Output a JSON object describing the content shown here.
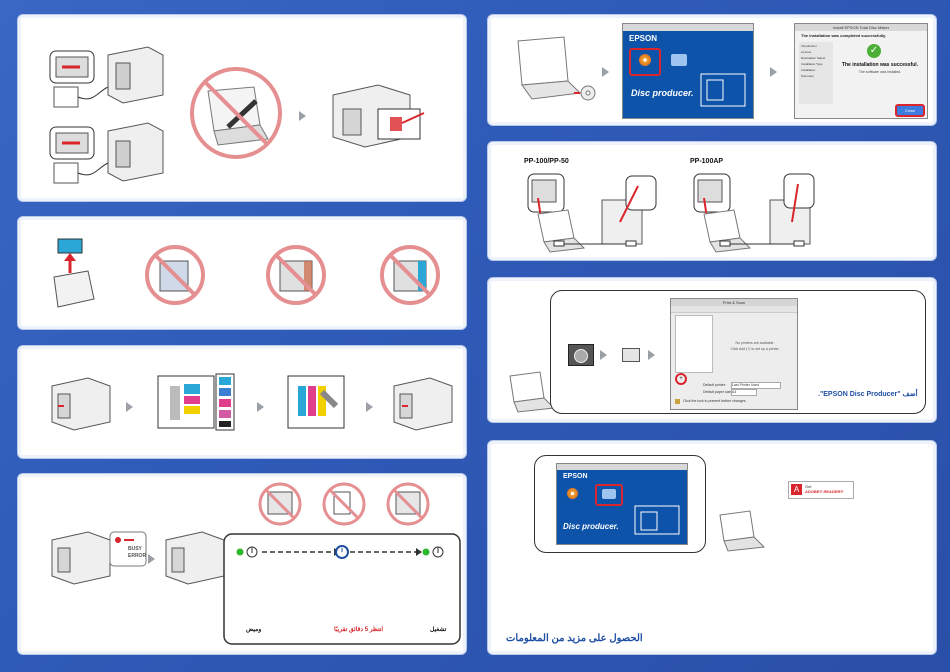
{
  "left": {
    "panel5": {
      "status_busy": "BUSY",
      "status_error": "ERROR",
      "label_on": "تشغيل",
      "label_wait": "انتظر 5 دقائق تقريبًا",
      "label_blink": "وميض"
    }
  },
  "right": {
    "panel1": {
      "app_brand": "EPSON",
      "disc_logo": "Disc producer.",
      "success_window_title": "Install EPSON Total Disc Maker",
      "success_heading": "The installation was completed successfully.",
      "success_message": "The installation was successful.",
      "success_sub": "The software was installed.",
      "close_button": "Close",
      "sidebar_steps": [
        "Introduction",
        "License",
        "Destination Select",
        "Installation Type",
        "Installation",
        "Summary"
      ]
    },
    "panel2": {
      "model_a": "PP-100/PP-50",
      "model_b": "PP-100AP"
    },
    "panel3": {
      "window_title": "Print & Scan",
      "no_printers": "No printers are available.",
      "add_hint": "Click Add (+) to set up a printer.",
      "default_printer_label": "Default printer:",
      "default_printer_value": "Last Printer Used",
      "default_paper_label": "Default paper size:",
      "default_paper_value": "A4",
      "lock_hint": "Click the lock to prevent further changes.",
      "caption": "أضف \"EPSON Disc Producer\"."
    },
    "panel4": {
      "app_brand": "EPSON",
      "disc_logo": "Disc producer.",
      "adobe_get": "Get",
      "adobe_reader": "ADOBE® READER®",
      "footer_title": "الحصول على مزيد من المعلومات"
    }
  },
  "colors": {
    "background": "#2f5bb8",
    "accent_red": "#d9252b",
    "success_green": "#4caf37",
    "led_green": "#2eb82e",
    "arabic_title": "#1f4fa3"
  }
}
